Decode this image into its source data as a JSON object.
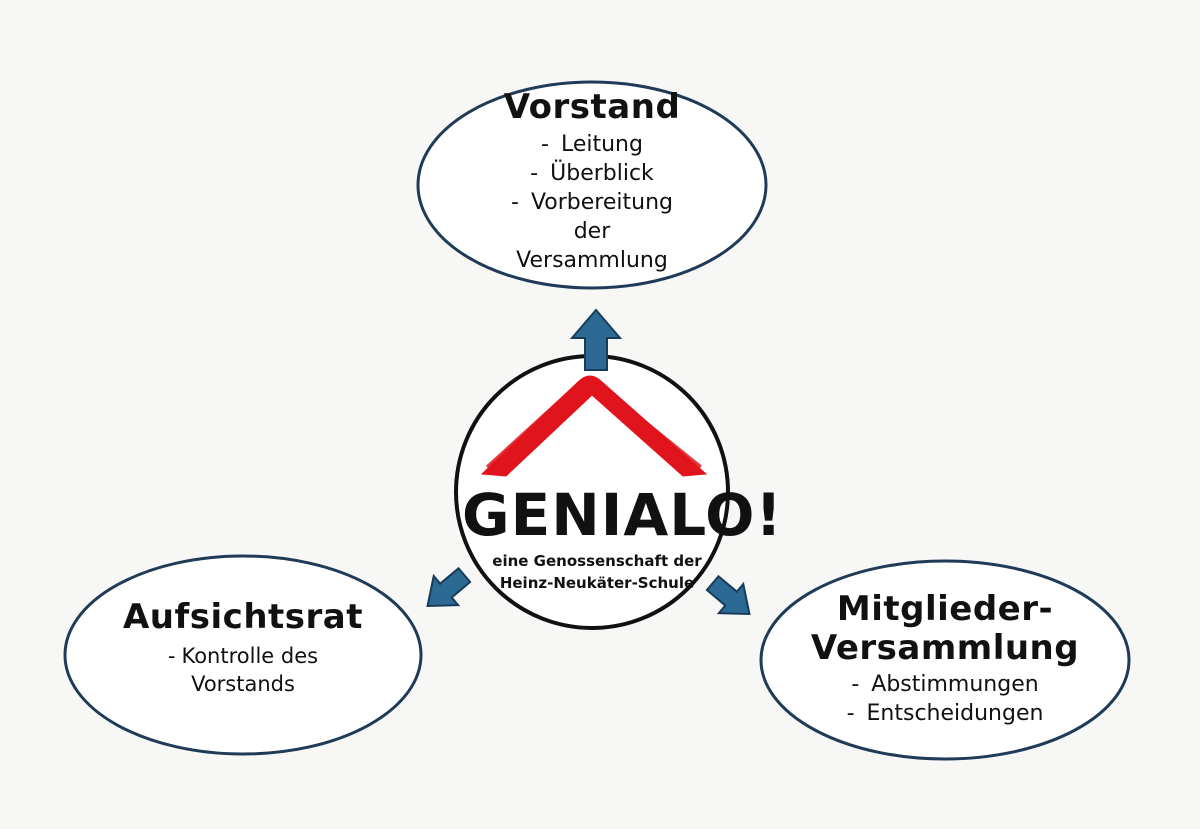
{
  "center": {
    "brand": "GENIALO!",
    "tagline_line1": "eine Genossenschaft der",
    "tagline_line2": "Heinz-Neukäter-Schule"
  },
  "nodes": {
    "vorstand": {
      "title": "Vorstand",
      "items": [
        "Leitung",
        "Überblick",
        "Vorbereitung der Versammlung"
      ]
    },
    "aufsichtsrat": {
      "title": "Aufsichtsrat",
      "items": [
        "Kontrolle des Vorstands"
      ]
    },
    "mitglieder": {
      "title_line1": "Mitglieder-",
      "title_line2": "Versammlung",
      "items": [
        "Abstimmungen",
        "Entscheidungen"
      ]
    }
  },
  "colors": {
    "ellipse_stroke": "#1f3b57",
    "arrow_fill": "#2c6a93",
    "arrow_stroke": "#173c59",
    "roof": "#e0141c",
    "center_stroke": "#111111"
  },
  "icons": {
    "roof": "roof-icon",
    "arrow": "arrow-icon"
  }
}
